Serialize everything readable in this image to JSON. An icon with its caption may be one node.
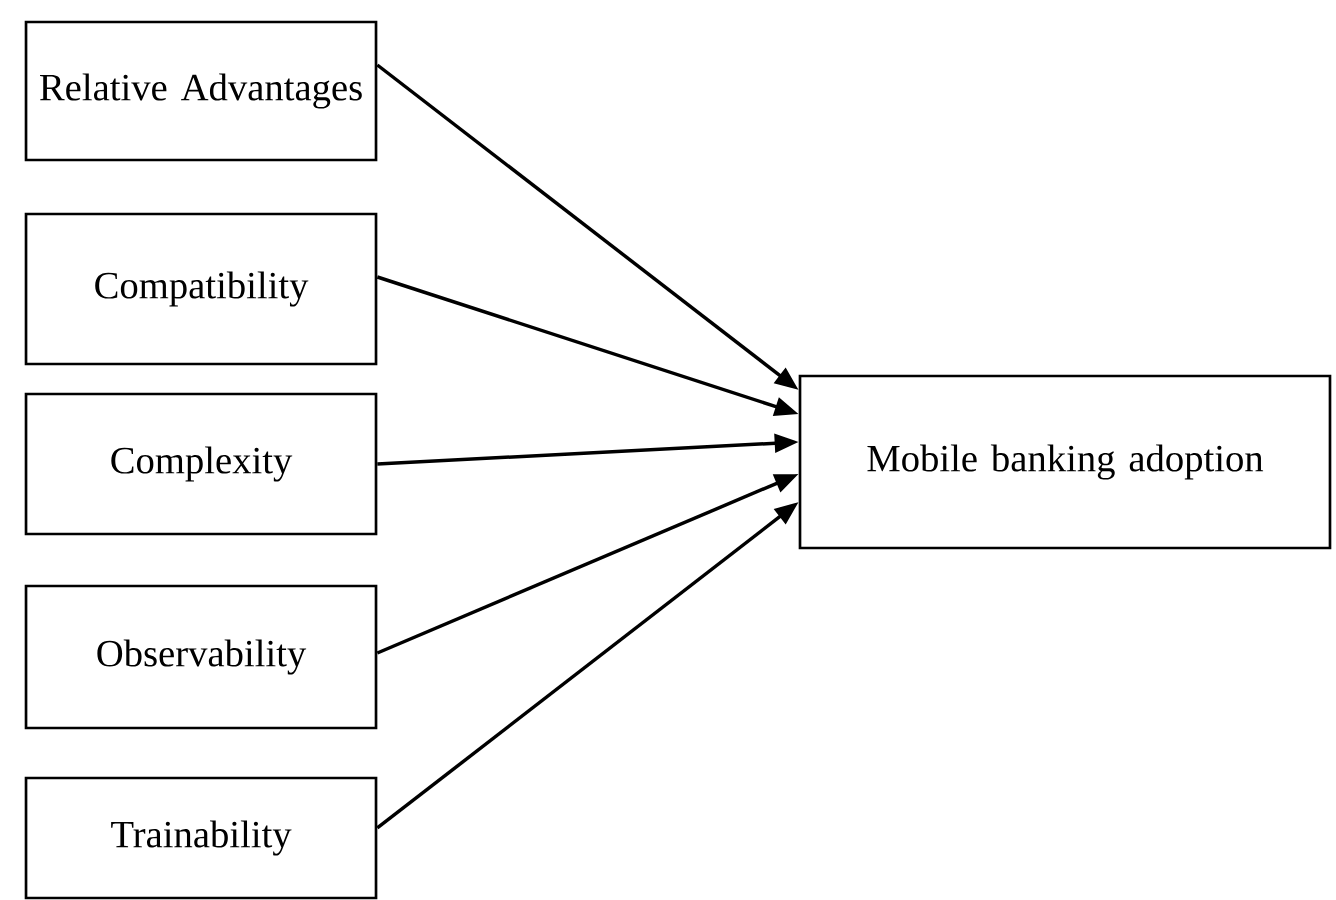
{
  "diagram": {
    "nodes": [
      {
        "text": [
          "Relative Advantages"
        ]
      },
      {
        "text": [
          "Compatibility"
        ]
      },
      {
        "text": [
          "Complexity"
        ]
      },
      {
        "text": [
          "Observability"
        ]
      },
      {
        "text": [
          "Trainability"
        ]
      },
      {
        "text": [
          "Mobile banking adoption"
        ]
      }
    ],
    "edges": [
      {
        "from": 0,
        "to": 5,
        "arrow": "to"
      },
      {
        "from": 1,
        "to": 5,
        "arrow": "to"
      },
      {
        "from": 2,
        "to": 5,
        "arrow": "to"
      },
      {
        "from": 3,
        "to": 5,
        "arrow": "to"
      },
      {
        "from": 4,
        "to": 5,
        "arrow": "to"
      }
    ]
  }
}
